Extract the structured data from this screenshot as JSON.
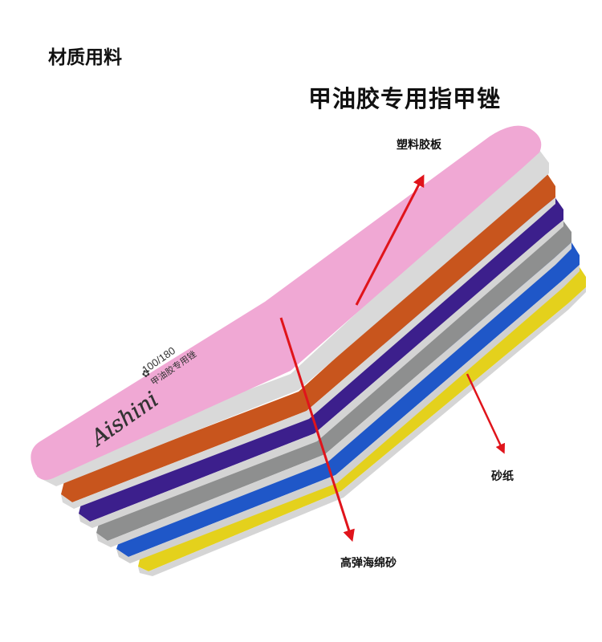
{
  "header": {
    "section_label": "材质用料",
    "product_title": "甲油胶专用指甲锉"
  },
  "product": {
    "brand": "Aishini",
    "grit": "100/180",
    "print_text": "甲油胶专用锉",
    "layer_colors": {
      "top": "#f0a8d4",
      "orange": "#c8551d",
      "purple": "#3c1f8c",
      "gray": "#8e8f8f",
      "blue": "#1f57c8",
      "yellow": "#e4d11c",
      "foam": "#d9d9d9"
    }
  },
  "callouts": {
    "plastic_board": "塑料胶板",
    "sandpaper": "砂纸",
    "sponge": "高弹海绵砂"
  },
  "accent_color": "#e0141b"
}
